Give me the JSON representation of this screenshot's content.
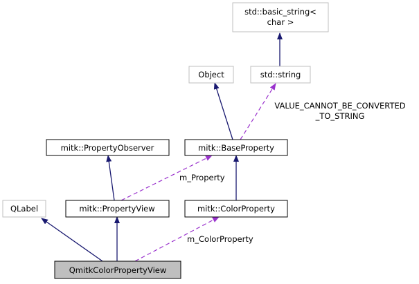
{
  "nodes": {
    "basic_string": {
      "line1": "std::basic_string<",
      "line2": "char >"
    },
    "object": {
      "label": "Object"
    },
    "std_string": {
      "label": "std::string"
    },
    "property_observer": {
      "label": "mitk::PropertyObserver"
    },
    "base_property": {
      "label": "mitk::BaseProperty"
    },
    "qlabel": {
      "label": "QLabel"
    },
    "property_view": {
      "label": "mitk::PropertyView"
    },
    "color_property": {
      "label": "mitk::ColorProperty"
    },
    "focus": {
      "label": "QmitkColorPropertyView"
    }
  },
  "edge_labels": {
    "value_cannot_line1": "VALUE_CANNOT_BE_CONVERTED",
    "value_cannot_line2": "_TO_STRING",
    "m_property": "m_Property",
    "m_color_property": "m_ColorProperty"
  },
  "colors": {
    "inheritance": "#191970",
    "usage": "#9a32cd",
    "gray_border": "#bfbfbf",
    "focus_fill": "#bfbfbf"
  }
}
